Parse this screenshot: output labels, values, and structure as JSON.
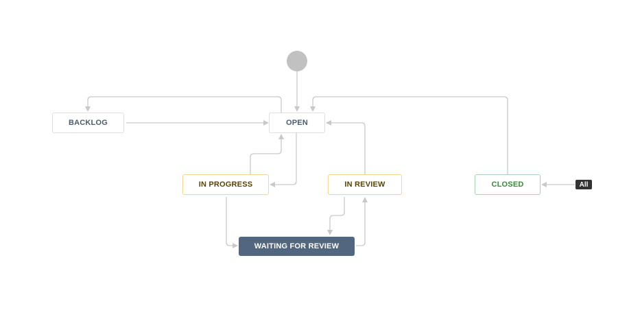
{
  "diagram": {
    "statuses": {
      "backlog": "BACKLOG",
      "open": "OPEN",
      "in_progress": "IN PROGRESS",
      "in_review": "IN REVIEW",
      "closed": "CLOSED",
      "waiting_for_review": "WAITING FOR REVIEW"
    },
    "global_transition_badge": "All",
    "colors": {
      "line": "#c9c9c9",
      "start_circle": "#c1c1c1",
      "todo_text": "#4a5b72",
      "in_progress_text": "#594300",
      "in_progress_border": "#f5d691",
      "done_text": "#3a8a3a",
      "done_border": "#a9d3b0",
      "selected_fill": "#52667f"
    }
  }
}
